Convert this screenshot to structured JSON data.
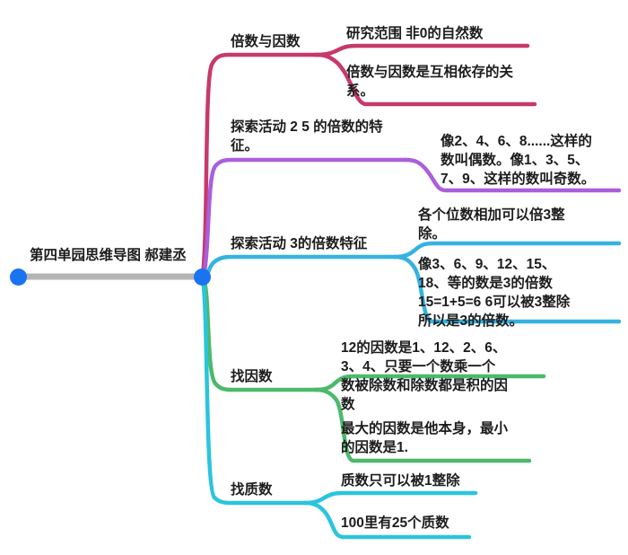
{
  "diagram": {
    "type": "mind-map",
    "title": "第四单园思维导图 郝建丞",
    "root": {
      "label": "第四单园思维导图 郝建丞",
      "connector_color": "#b5b5b5",
      "dot_color": "#1a73f0"
    },
    "branches": [
      {
        "id": "branch-1",
        "label": "倍数与因数",
        "color": "#c7396b",
        "children": [
          {
            "id": "leaf-1-1",
            "label": "研究范围 非0的自然数"
          },
          {
            "id": "leaf-1-2",
            "label": "倍数与因数是互相依存的关\n系。"
          }
        ]
      },
      {
        "id": "branch-2",
        "label": "探索活动 2 5 的倍数的特\n征。",
        "color": "#ab5edb",
        "children": [
          {
            "id": "leaf-2-1",
            "label": "像2、4、6、8......这样的\n数叫偶数。像1、3、5、\n7、9、这样的数叫奇数。"
          }
        ]
      },
      {
        "id": "branch-3",
        "label": "探索活动 3的倍数特征",
        "color": "#35b3e0",
        "children": [
          {
            "id": "leaf-3-1",
            "label": "各个位数相加可以倍3整\n除。"
          },
          {
            "id": "leaf-3-2",
            "label": "像3、6、9、12、15、\n18、等的数是3的倍数\n15=1+5=6 6可以被3整除\n所以是3的倍数。"
          }
        ]
      },
      {
        "id": "branch-4",
        "label": "找因数",
        "color": "#4cb96b",
        "children": [
          {
            "id": "leaf-4-1",
            "label": "12的因数是1、12、2、6、\n3、4、只要一个数乘一个\n数被除数和除数都是积的因\n数"
          },
          {
            "id": "leaf-4-2",
            "label": "最大的因数是他本身，最小\n的因数是1."
          }
        ]
      },
      {
        "id": "branch-5",
        "label": "找质数",
        "color": "#2ac5dd",
        "children": [
          {
            "id": "leaf-5-1",
            "label": "质数只可以被1整除"
          },
          {
            "id": "leaf-5-2",
            "label": "100里有25个质数"
          }
        ]
      }
    ]
  }
}
